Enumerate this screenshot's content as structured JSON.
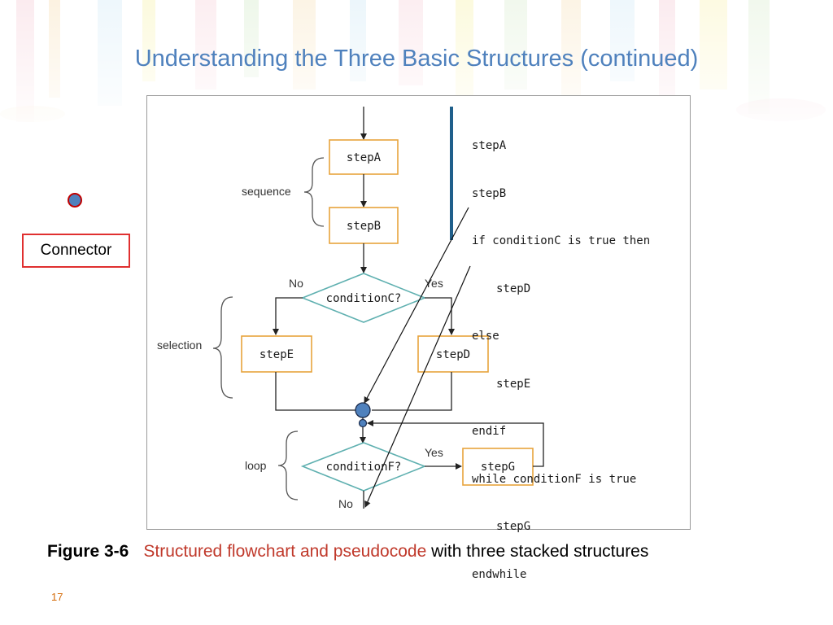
{
  "slide": {
    "title": "Understanding the Three Basic Structures (continued)",
    "page_number": "17"
  },
  "legend": {
    "connector_label": "Connector"
  },
  "flowchart": {
    "boxes": {
      "stepA": "stepA",
      "stepB": "stepB",
      "stepE": "stepE",
      "stepD": "stepD",
      "stepG": "stepG"
    },
    "decisions": {
      "conditionC": "conditionC?",
      "conditionF": "conditionF?"
    },
    "structure_labels": {
      "sequence": "sequence",
      "selection": "selection",
      "loop": "loop"
    },
    "branch_labels": {
      "c_no": "No",
      "c_yes": "Yes",
      "f_yes": "Yes",
      "f_no": "No"
    }
  },
  "pseudocode": [
    "stepA",
    "stepB",
    "if conditionC is true then",
    "stepD",
    "else",
    "stepE",
    "endif",
    "while conditionF is true",
    "stepG",
    "endwhile"
  ],
  "caption": {
    "figure_label": "Figure 3-6",
    "highlight": "Structured flowchart and pseudocode",
    "rest": " with three stacked structures"
  },
  "colors": {
    "title": "#4f81bd",
    "box_border": "#e8a33c",
    "decision_border": "#5fb0b0",
    "connector_fill": "#4f81bd",
    "pseudo_bar": "#1f5f8b",
    "caption_highlight": "#c0392b"
  }
}
